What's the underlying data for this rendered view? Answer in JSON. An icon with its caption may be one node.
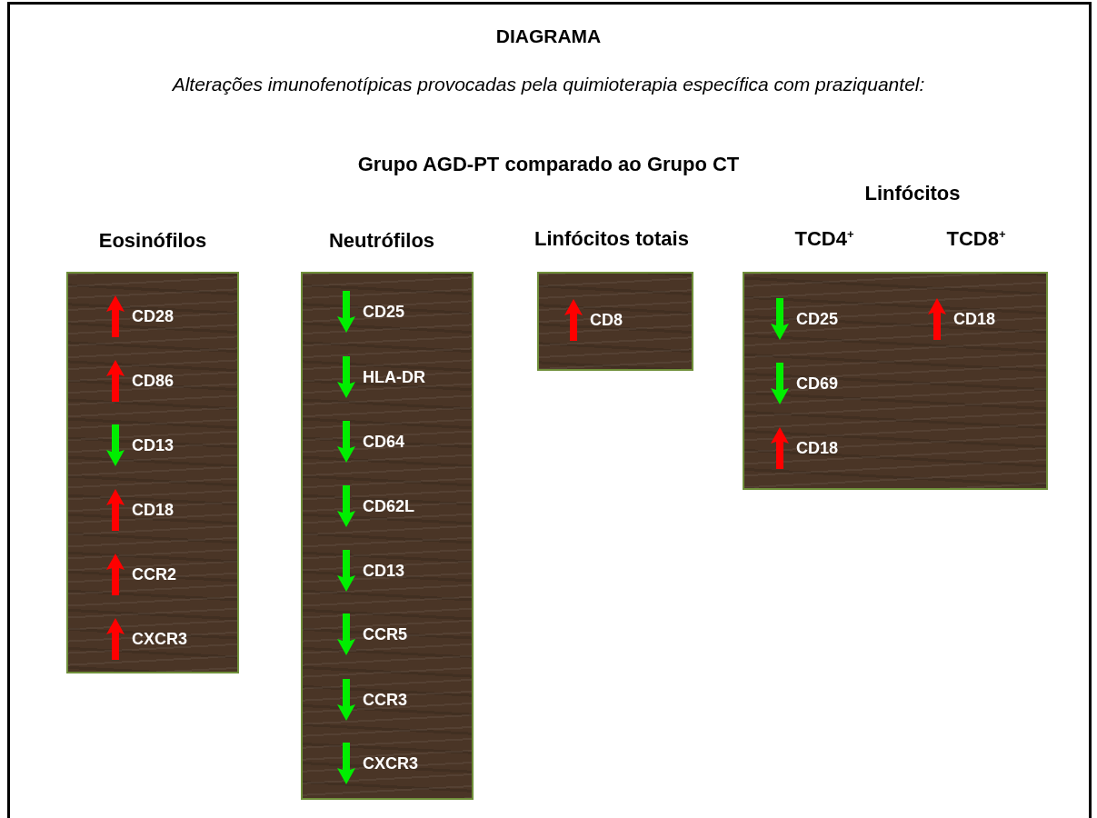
{
  "diagram": {
    "title": "DIAGRAMA",
    "caption": "Alterações imunofenotípicas provocadas pela quimioterapia específica com praziquantel:",
    "labels": [
      "Grupo AGD-PT comparado ao Grupo CT"
    ],
    "nodes": [
      {
        "text": [
          "Eosinófilos"
        ]
      },
      {
        "text": [
          "CD28"
        ],
        "in": 0
      },
      {
        "text": [
          "CD86"
        ],
        "in": 0
      },
      {
        "text": [
          "CD13"
        ],
        "in": 0
      },
      {
        "text": [
          "CD18"
        ],
        "in": 0
      },
      {
        "text": [
          "CCR2"
        ],
        "in": 0
      },
      {
        "text": [
          "CXCR3"
        ],
        "in": 0
      },
      {
        "text": [
          "Neutrófilos"
        ]
      },
      {
        "text": [
          "CD25"
        ],
        "in": 7
      },
      {
        "text": [
          "HLA-DR"
        ],
        "in": 7
      },
      {
        "text": [
          "CD64"
        ],
        "in": 7
      },
      {
        "text": [
          "CD62L"
        ],
        "in": 7
      },
      {
        "text": [
          "CD13"
        ],
        "in": 7
      },
      {
        "text": [
          "CCR5"
        ],
        "in": 7
      },
      {
        "text": [
          "CCR3"
        ],
        "in": 7
      },
      {
        "text": [
          "CXCR3"
        ],
        "in": 7
      },
      {
        "text": [
          "Linfócitos totais"
        ]
      },
      {
        "text": [
          "CD8"
        ],
        "in": 16
      },
      {
        "text": [
          "Linfócitos",
          "TCD4$^{+}$",
          "TCD8$^{+}$"
        ]
      },
      {
        "text": [
          "CD25"
        ],
        "in": 18
      },
      {
        "text": [
          "CD69"
        ],
        "in": 18
      },
      {
        "text": [
          "CD18"
        ],
        "in": 18
      },
      {
        "text": [
          "CD18"
        ],
        "in": 18
      }
    ]
  }
}
